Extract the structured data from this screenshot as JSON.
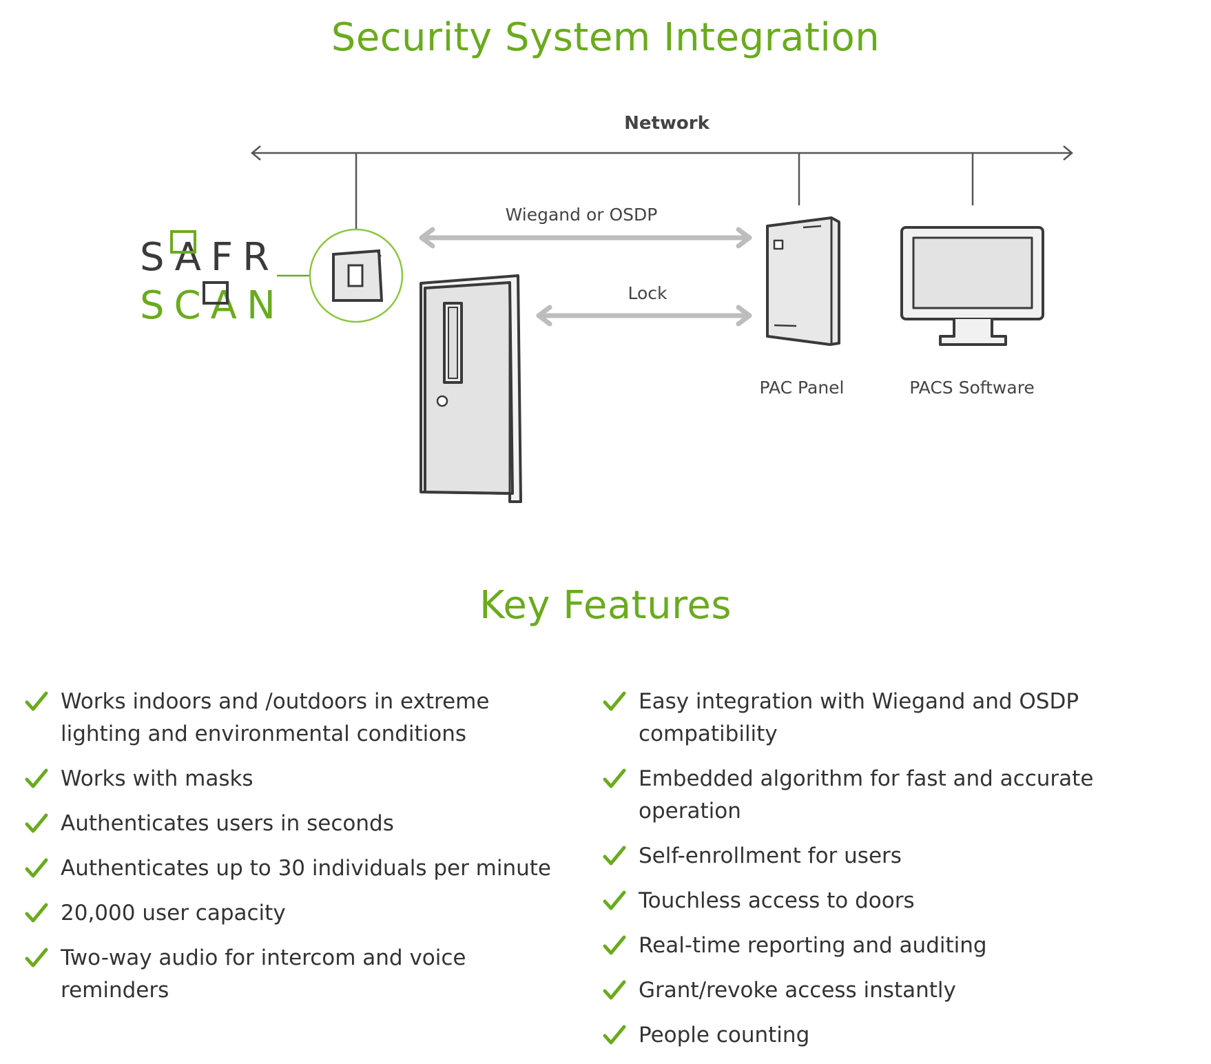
{
  "titles": {
    "integration": "Security System Integration",
    "features": "Key Features"
  },
  "diagram": {
    "network_label": "Network",
    "wiegand_label": "Wiegand or OSDP",
    "lock_label": "Lock",
    "pac_panel_label": "PAC Panel",
    "pacs_software_label": "PACS Software",
    "logo_line1": "SAFR",
    "logo_line2": "SCAN"
  },
  "colors": {
    "accent": "#6aab1e",
    "line": "#555555",
    "arrow": "#bfbfbf",
    "device_fill": "#e9e9e9"
  },
  "features": {
    "left": [
      "Works indoors and /outdoors in extreme lighting and environmental conditions",
      "Works with masks",
      "Authenticates users in seconds",
      "Authenticates up to 30 individuals per minute",
      "20,000 user capacity",
      "Two-way audio for intercom and voice reminders"
    ],
    "right": [
      "Easy integration with Wiegand and OSDP compatibility",
      "Embedded algorithm for fast and accurate operation",
      "Self-enrollment for users",
      "Touchless access to doors",
      "Real-time reporting and auditing",
      "Grant/revoke access instantly",
      "People counting"
    ]
  }
}
